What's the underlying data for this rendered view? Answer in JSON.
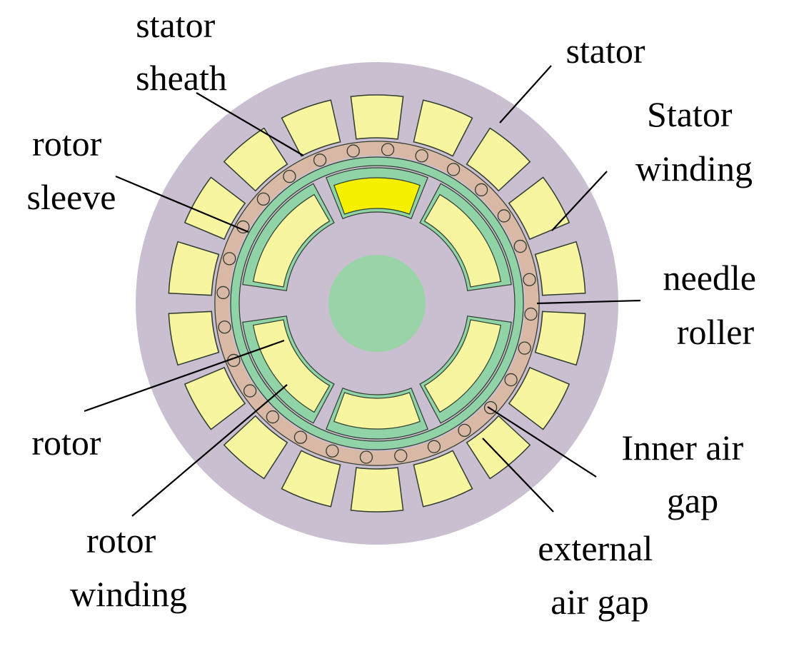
{
  "labels": {
    "stator_sheath": [
      "stator",
      "sheath"
    ],
    "stator": [
      "stator"
    ],
    "stator_winding": [
      "Stator",
      "winding"
    ],
    "rotor_sleeve": [
      "rotor",
      "sleeve"
    ],
    "needle_roller": [
      "needle",
      "roller"
    ],
    "rotor": [
      "rotor"
    ],
    "inner_air_gap": [
      "Inner air",
      "gap"
    ],
    "rotor_winding": [
      "rotor",
      "winding"
    ],
    "external_air_gap": [
      "external",
      "air gap"
    ]
  },
  "colors": {
    "stator": "#c9bfd0",
    "stator_winding": "#f7f5a0",
    "sheath": "#d9b9a6",
    "sleeve": "#8fd3a6",
    "shaft": "#9ad3a8",
    "rotor_winding": "#f7f5a0",
    "highlight_winding": "#f5f000",
    "outline": "#2e3b2e",
    "leader": "#000000"
  },
  "counts": {
    "stator_slots": 18,
    "needle_rollers": 28
  }
}
